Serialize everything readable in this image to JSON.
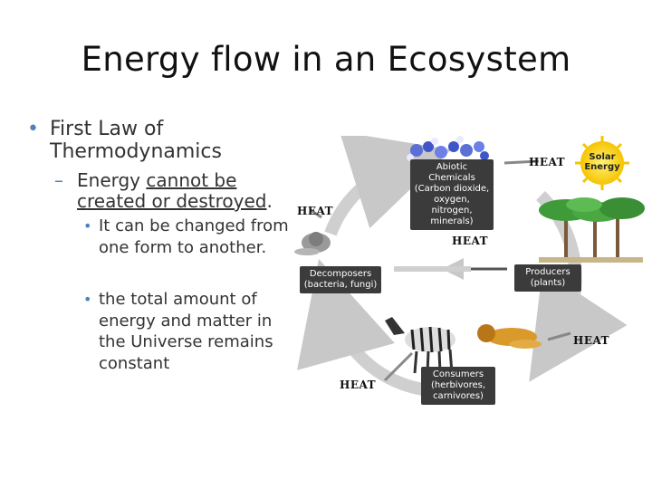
{
  "title": "Energy flow in an Ecosystem",
  "bullets": {
    "first_law": "First Law of Thermodynamics",
    "energy_pre": "Energy ",
    "cannot_be": "cannot be",
    "space": " ",
    "created_or_destroyed": "created or destroyed",
    "period": ".",
    "can_be_changed": "It can be changed from one form to another.",
    "total_amount": "the total amount of energy and matter in the Universe remains constant"
  },
  "diagram": {
    "abiotic": "Abiotic Chemicals (Carbon dioxide, oxygen, nitrogen, minerals)",
    "solar_energy": "Solar Energy",
    "decomposers": "Decomposers (bacteria, fungi)",
    "producers": "Producers (plants)",
    "consumers": "Consumers (herbivores, carnivores)",
    "heat": "HEAT"
  },
  "colors": {
    "bullet_accent": "#4f81bd",
    "cycle_arrow": "#c8c8c8",
    "label_box": "#3b3b3b",
    "sun": "#f5c400",
    "foliage": "#3f9a3a"
  }
}
